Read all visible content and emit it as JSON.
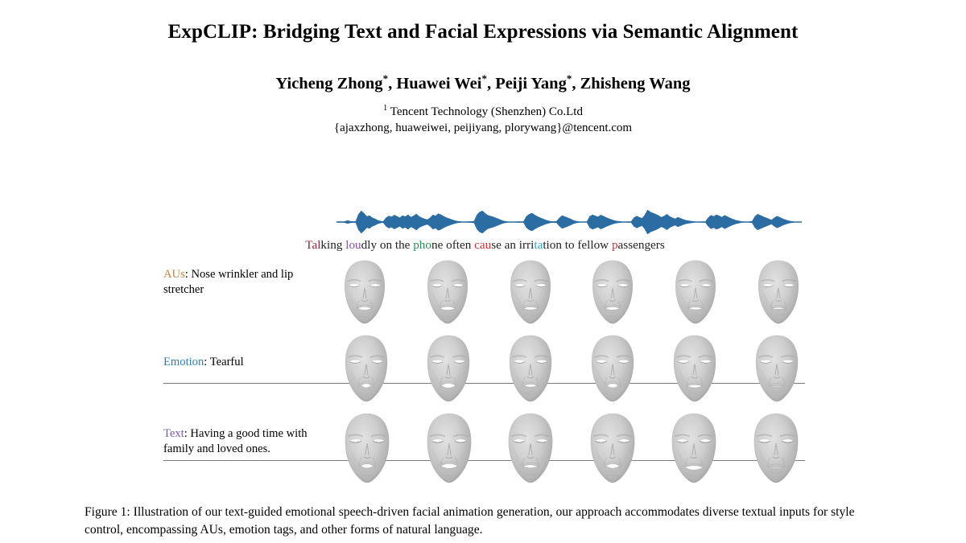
{
  "header": {
    "title": "ExpCLIP: Bridging Text and Facial Expressions via Semantic Alignment",
    "authors_html": "Yicheng Zhong*, Huawei Wei*, Peiji Yang*, Zhisheng Wang",
    "authors": [
      {
        "name": "Yicheng Zhong",
        "marker": "*"
      },
      {
        "name": "Huawei Wei",
        "marker": "*"
      },
      {
        "name": "Peiji Yang",
        "marker": "*"
      },
      {
        "name": "Zhisheng Wang",
        "marker": ""
      }
    ],
    "affiliation_marker": "1",
    "affiliation": "Tencent Technology (Shenzhen) Co.Ltd",
    "emails": "{ajaxzhong, huaweiwei, peijiyang, plorywang}@tencent.com"
  },
  "figure": {
    "waveform": {
      "name": "speech-audio-waveform",
      "color": "#2b6ca3",
      "baseline_color": "#8d8d8d",
      "amplitudes": [
        0.02,
        0.03,
        0.02,
        0.04,
        0.1,
        0.05,
        0.03,
        0.04,
        0.55,
        0.8,
        0.62,
        0.4,
        0.46,
        0.3,
        0.22,
        0.12,
        0.06,
        0.04,
        0.3,
        0.44,
        0.36,
        0.5,
        0.4,
        0.3,
        0.46,
        0.38,
        0.52,
        0.34,
        0.44,
        0.58,
        0.4,
        0.3,
        0.22,
        0.16,
        0.3,
        0.5,
        0.44,
        0.6,
        0.52,
        0.4,
        0.3,
        0.24,
        0.16,
        0.1,
        0.05,
        0.03,
        0.02,
        0.02,
        0.03,
        0.04,
        0.06,
        0.5,
        0.72,
        0.8,
        0.62,
        0.48,
        0.42,
        0.36,
        0.28,
        0.2,
        0.12,
        0.06,
        0.03,
        0.02,
        0.02,
        0.02,
        0.03,
        0.02,
        0.04,
        0.4,
        0.56,
        0.64,
        0.5,
        0.4,
        0.3,
        0.22,
        0.14,
        0.08,
        0.04,
        0.03,
        0.05,
        0.3,
        0.46,
        0.38,
        0.3,
        0.22,
        0.12,
        0.06,
        0.03,
        0.02,
        0.02,
        0.03,
        0.4,
        0.52,
        0.44,
        0.36,
        0.5,
        0.42,
        0.32,
        0.24,
        0.16,
        0.1,
        0.06,
        0.04,
        0.02,
        0.02,
        0.03,
        0.02,
        0.3,
        0.42,
        0.34,
        0.26,
        0.5,
        0.86,
        0.72,
        0.64,
        0.56,
        0.46,
        0.34,
        0.42,
        0.56,
        0.4,
        0.3,
        0.22,
        0.34,
        0.26,
        0.18,
        0.12,
        0.08,
        0.05,
        0.03,
        0.02,
        0.02,
        0.03,
        0.02,
        0.3,
        0.48,
        0.4,
        0.52,
        0.44,
        0.34,
        0.48,
        0.38,
        0.28,
        0.2,
        0.13,
        0.08,
        0.04,
        0.02,
        0.02,
        0.03,
        0.05,
        0.4,
        0.56,
        0.48,
        0.38,
        0.3,
        0.22,
        0.14,
        0.3,
        0.42,
        0.34,
        0.24,
        0.16,
        0.1,
        0.05,
        0.03,
        0.02,
        0.02,
        0.02
      ]
    },
    "transcript": {
      "name": "speech-transcript",
      "full_text": "Talking loudly on the phone often cause an irritation to fellow passengers",
      "segments": [
        {
          "text": "Tal",
          "color": "#8b2a3a"
        },
        {
          "text": "king ",
          "color": "#222222"
        },
        {
          "text": "lou",
          "color": "#8a4fa8"
        },
        {
          "text": "dly on the ",
          "color": "#222222"
        },
        {
          "text": "pho",
          "color": "#2e8b57"
        },
        {
          "text": "ne often ",
          "color": "#222222"
        },
        {
          "text": "cau",
          "color": "#cc3333"
        },
        {
          "text": "se an irri",
          "color": "#222222"
        },
        {
          "text": "ta",
          "color": "#2aa8bf"
        },
        {
          "text": "tion to fellow ",
          "color": "#222222"
        },
        {
          "text": "p",
          "color": "#cc3333"
        },
        {
          "text": "assengers",
          "color": "#222222"
        }
      ]
    },
    "rows": [
      {
        "id": "aus",
        "label_tag": "AUs",
        "label_color": "#c8833a",
        "label_text": ": Nose wrinkler and lip stretcher",
        "frames": 6
      },
      {
        "id": "emotion",
        "label_tag": "Emotion",
        "label_color": "#2f7fb5",
        "label_text": ": Tearful",
        "frames": 6
      },
      {
        "id": "text",
        "label_tag": "Text",
        "label_color": "#7c5ba8",
        "label_text": ": Having a good time with family and loved ones.",
        "frames": 6
      }
    ]
  },
  "caption": {
    "label": "Figure 1:",
    "text": " Illustration of our text-guided emotional speech-driven facial animation generation, our approach accommodates diverse textual inputs for style control, encompassing AUs, emotion tags, and other forms of natural language."
  }
}
